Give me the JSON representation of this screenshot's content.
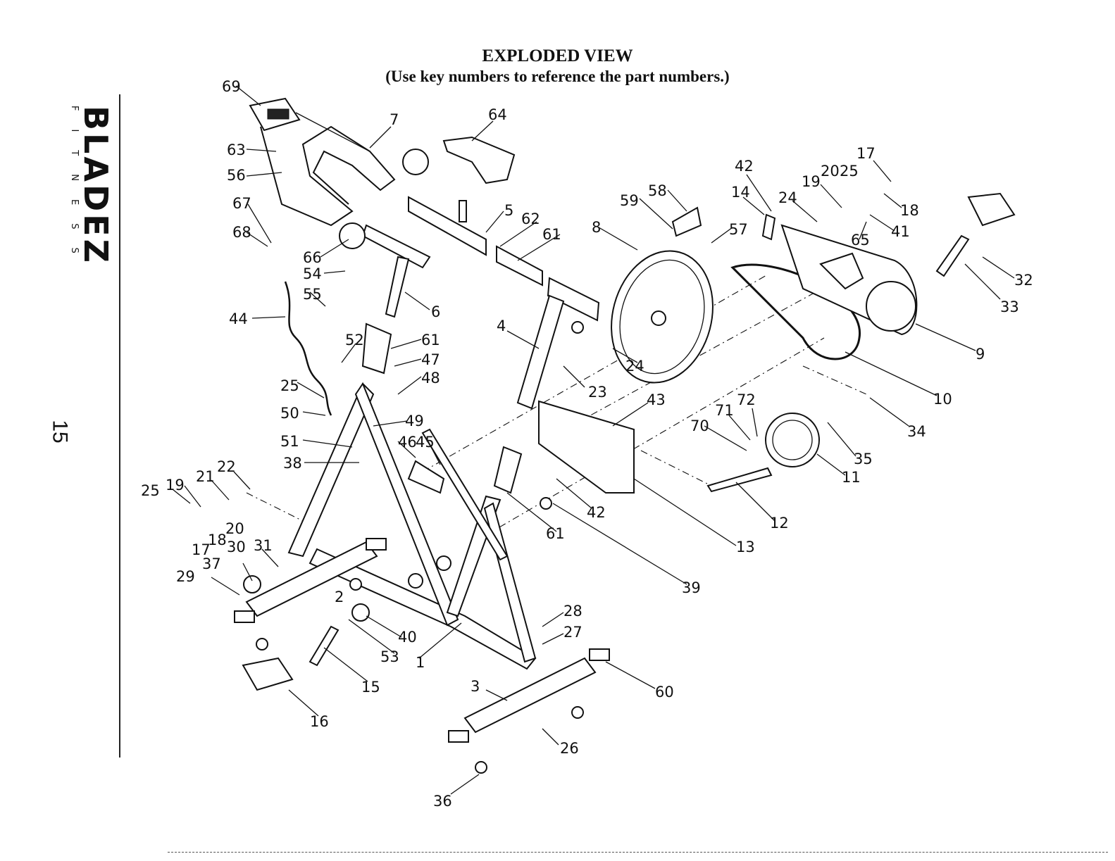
{
  "header": {
    "title": "EXPLODED VIEW",
    "subtitle": "(Use key numbers to reference the part numbers.)"
  },
  "brand": {
    "logo_text": "BLADEZ",
    "tagline": "FITNESS"
  },
  "page_number": "15",
  "part_labels": [
    "1",
    "2",
    "3",
    "4",
    "5",
    "6",
    "7",
    "8",
    "9",
    "10",
    "11",
    "12",
    "13",
    "14",
    "15",
    "16",
    "17",
    "17",
    "18",
    "18",
    "19",
    "19",
    "20",
    "20",
    "21",
    "22",
    "23",
    "24",
    "24",
    "25",
    "25",
    "25",
    "26",
    "27",
    "28",
    "29",
    "30",
    "31",
    "32",
    "33",
    "34",
    "35",
    "36",
    "37",
    "38",
    "39",
    "40",
    "41",
    "42",
    "42",
    "43",
    "44",
    "45",
    "46",
    "47",
    "48",
    "49",
    "50",
    "51",
    "52",
    "53",
    "54",
    "55",
    "56",
    "57",
    "58",
    "59",
    "60",
    "61",
    "61",
    "61",
    "62",
    "63",
    "64",
    "65",
    "66",
    "67",
    "68",
    "69",
    "70",
    "71",
    "72"
  ]
}
